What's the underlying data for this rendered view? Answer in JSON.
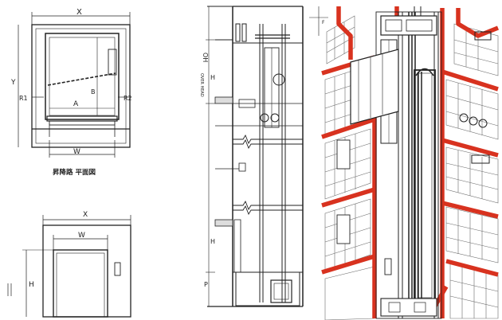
{
  "plan": {
    "dim_x": "X",
    "dim_y": "Y",
    "dim_a": "A",
    "dim_b": "B",
    "dim_w": "W",
    "r_left": "R1",
    "r_right": "R2",
    "caption": "昇降路 平面図"
  },
  "front": {
    "dim_x": "X",
    "dim_w": "W",
    "dim_h": "H"
  },
  "section": {
    "dim_oh": "OH",
    "dim_h": "H",
    "dim_p": "P",
    "dim_f": "F",
    "overhead_label": "OVER HEAD"
  },
  "colors": {
    "line": "#222222",
    "accent": "#d8321f",
    "floor": "#6b6b6b"
  }
}
